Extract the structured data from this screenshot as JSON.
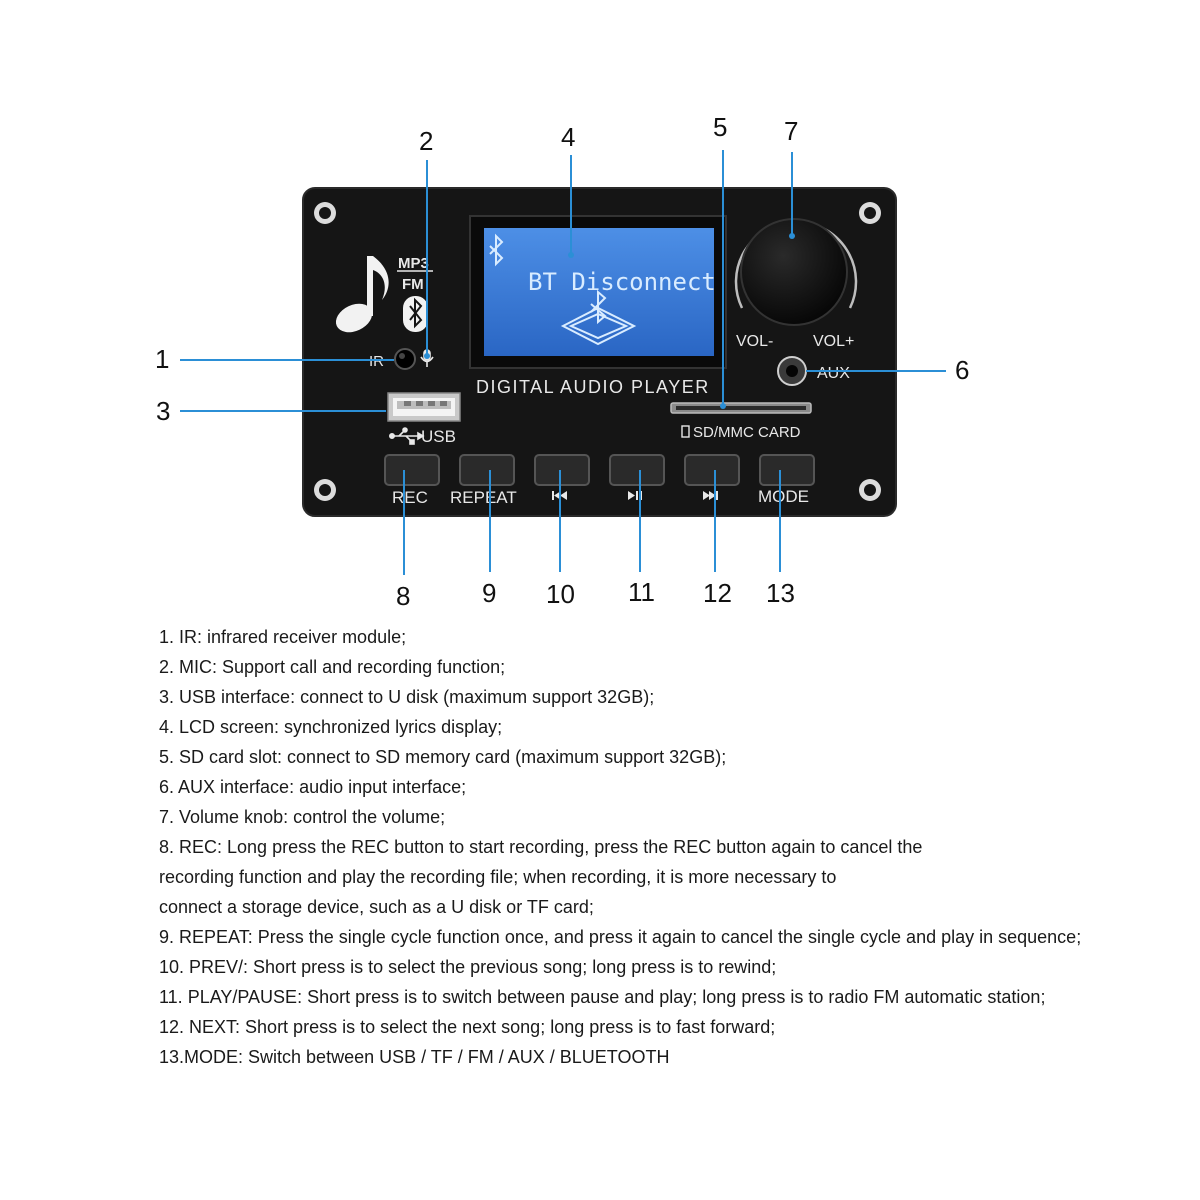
{
  "board": {
    "logo_mp3": "MP3",
    "logo_fm": "FM",
    "lcd_line": "BT Disconnect",
    "panel_title": "DIGITAL AUDIO PLAYER",
    "ir_label": "IR",
    "usb_label": "USB",
    "sd_label": "SD/MMC  CARD",
    "vol_minus": "VOL-",
    "vol_plus": "VOL+",
    "aux_label": "AUX",
    "buttons": [
      "REC",
      "REPEAT",
      "MODE"
    ],
    "button_icons": [
      "prev-icon",
      "play-pause-icon",
      "next-icon"
    ]
  },
  "callouts": [
    "1",
    "2",
    "3",
    "4",
    "5",
    "6",
    "7",
    "8",
    "9",
    "10",
    "11",
    "12",
    "13"
  ],
  "colors": {
    "callout_line": "#2b8fd6",
    "board": "#141414",
    "lcd": "#2e6fcf"
  },
  "descriptions": [
    "1. IR: infrared receiver module;",
    "2. MIC: Support call and recording function;",
    "3. USB interface: connect to U disk (maximum support 32GB);",
    "4. LCD screen: synchronized lyrics display;",
    "5. SD card slot: connect to SD memory card (maximum support 32GB);",
    "6. AUX interface: audio input interface;",
    "7. Volume knob: control the volume;",
    "8. REC: Long press the REC button to start recording, press the REC button again to cancel the",
    "recording function and play the recording file; when recording, it is more necessary to",
    "connect a storage device, such as a U disk or TF card;",
    "9. REPEAT: Press the single cycle function once, and press it again to cancel the single cycle and play in sequence;",
    "10. PREV/: Short press is to select the previous song; long press is to rewind;",
    "11. PLAY/PAUSE: Short press is to switch between pause and play; long press is to radio FM automatic station;",
    "12. NEXT: Short press is to select the next song; long press is to fast forward;",
    "13.MODE: Switch between USB / TF / FM / AUX / BLUETOOTH"
  ]
}
